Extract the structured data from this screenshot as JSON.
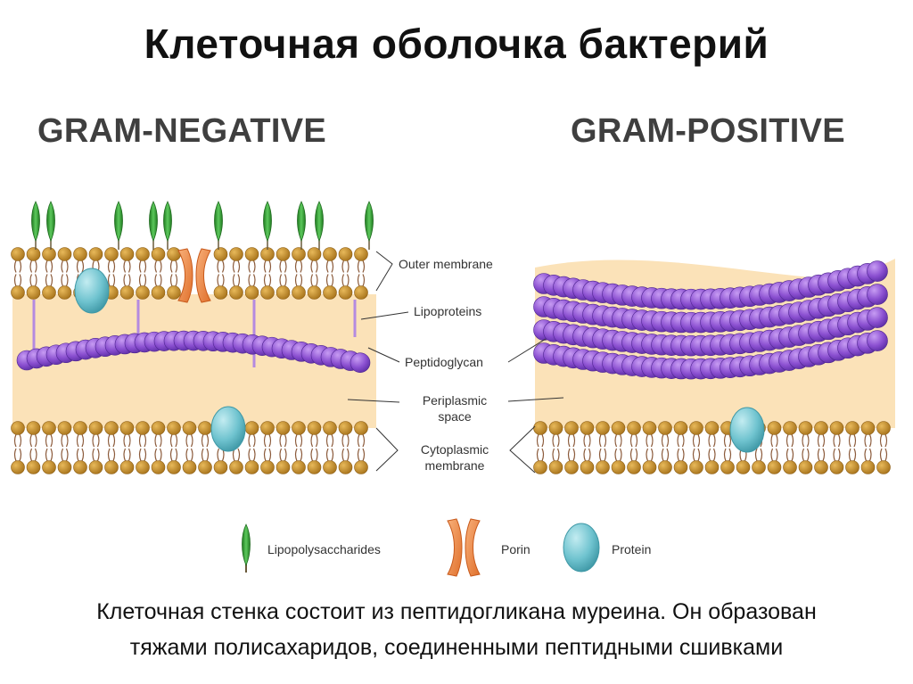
{
  "title": "Клеточная оболочка бактерий",
  "panels": {
    "left": "GRAM-NEGATIVE",
    "right": "GRAM-POSITIVE"
  },
  "labels": {
    "outer_membrane": "Outer membrane",
    "lipoproteins": "Lipoproteins",
    "peptidoglycan": "Peptidoglycan",
    "periplasmic_1": "Periplasmic",
    "periplasmic_2": "space",
    "cytoplasmic_1": "Cytoplasmic",
    "cytoplasmic_2": "membrane"
  },
  "legend": {
    "lipopolysaccharides": "Lipopolysaccharides",
    "porin": "Porin",
    "protein": "Protein"
  },
  "caption": {
    "line1": "Клеточная стенка состоит из пептидогликана муреина. Он образован",
    "line2": "тяжами полисахаридов, соединенными пептидными сшивками"
  },
  "colors": {
    "lipid_head": "#c08a2a",
    "lipid_tail": "#8b5a3a",
    "periplasm": "#fbe2b8",
    "peptidoglycan": "#8a4fd0",
    "lps": "#2e9a2e",
    "porin": "#f08a45",
    "protein": "#6fc3cf",
    "lipoprotein": "#b48ae0"
  }
}
